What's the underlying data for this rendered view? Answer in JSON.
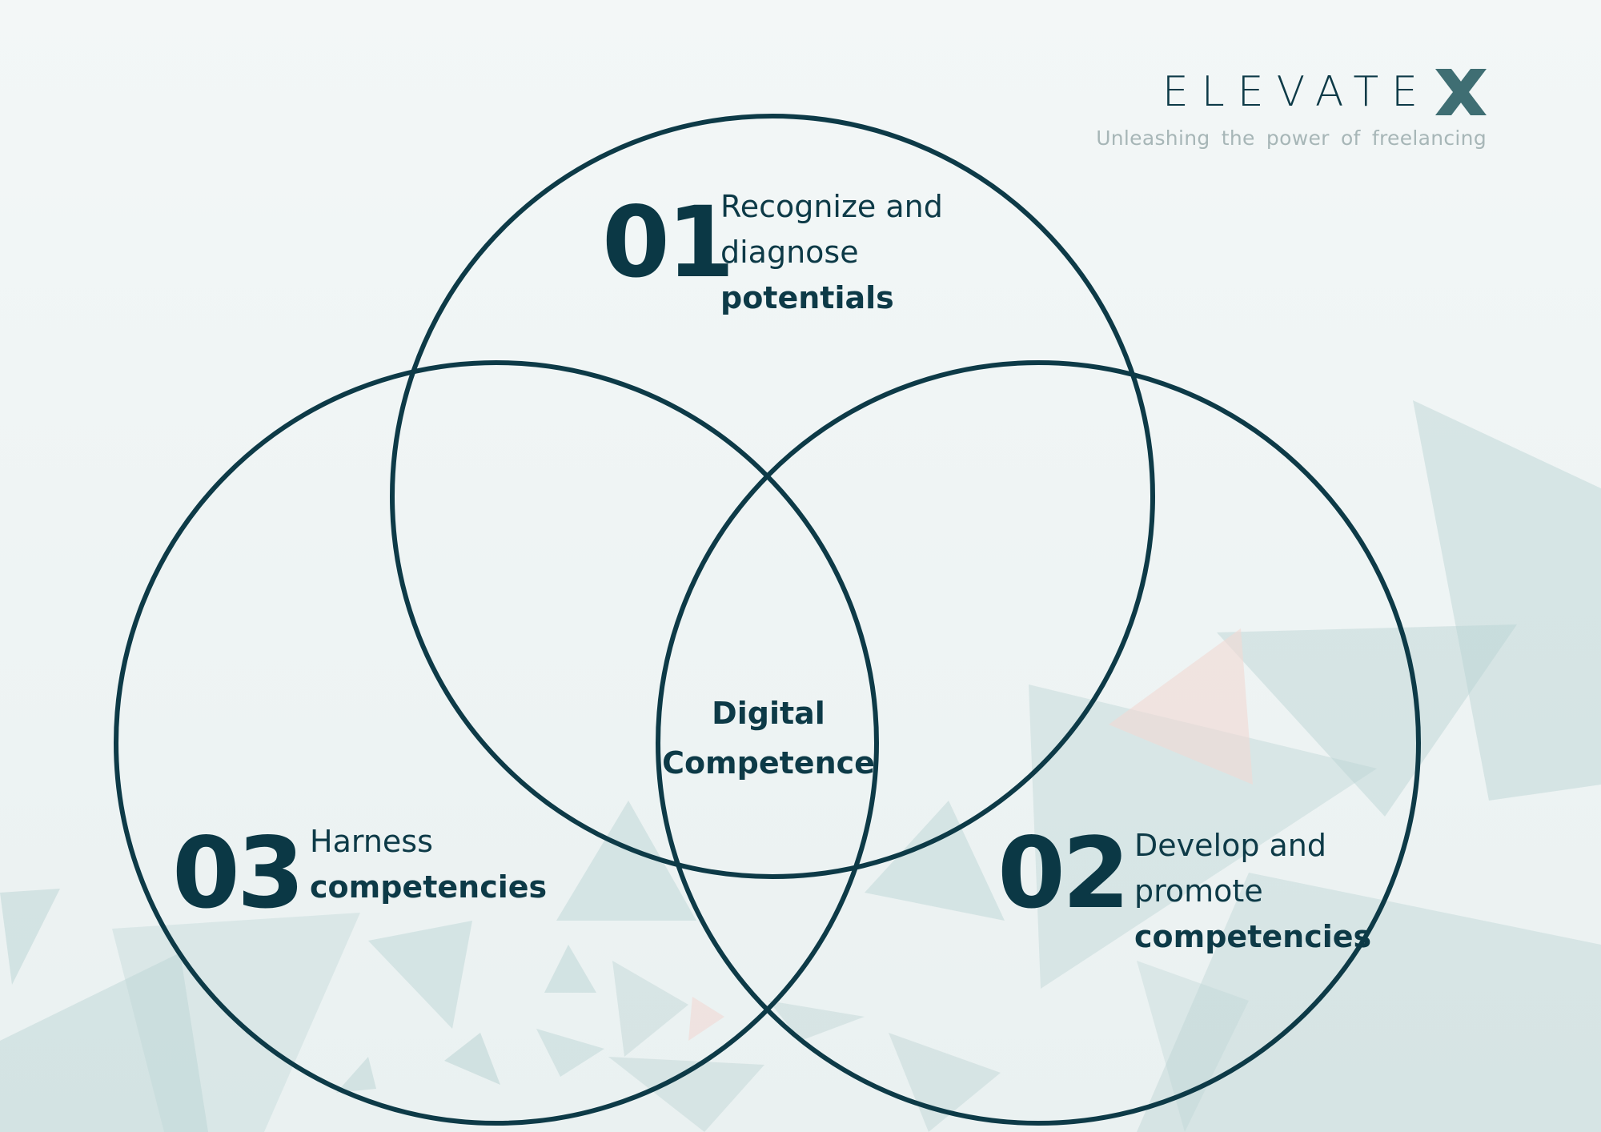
{
  "colors": {
    "ink": "#0d3a47",
    "tagline": "#a7b6b7",
    "logo_x": "#3f6e73",
    "triangles": "#b9d3d3",
    "triangles_pink": "#f1d8d3"
  },
  "logo": {
    "name": "ELEVATE",
    "mark": "X",
    "tagline": "Unleashing the power of freelancing"
  },
  "sections": {
    "s1": {
      "number": "01",
      "line1": "Recognize and",
      "line2": "diagnose",
      "line3": "potentials"
    },
    "s2": {
      "number": "02",
      "line1": "Develop and",
      "line2": "promote",
      "line3": "competencies"
    },
    "s3": {
      "number": "03",
      "line1": "Harness",
      "line2": "competencies"
    }
  },
  "center": {
    "line1": "Digital",
    "line2": "Competence"
  },
  "icons": {
    "logo_mark": "x-logo-icon",
    "background": "triangle-shapes"
  }
}
